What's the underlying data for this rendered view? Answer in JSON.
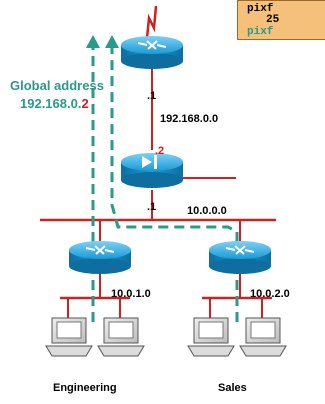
{
  "config_box": {
    "line1": "pixf",
    "line2": "25",
    "line3": "pixf"
  },
  "labels": {
    "global_address_title": "Global address",
    "global_address_prefix": "192.168.0.",
    "global_address_suffix": "2",
    "net_outside": "192.168.0.0",
    "net_inside": "10.0.0.0",
    "net_eng": "10.0.1.0",
    "net_sales": "10.0.2.0",
    "router_top_if": ".1",
    "pix_outside_if": ".2",
    "pix_inside_if": ".1",
    "group_engineering": "Engineering",
    "group_sales": "Sales"
  },
  "colors": {
    "device_blue": "#1a9ad6",
    "link_red": "#cc2222",
    "path_teal": "#2a9a8a",
    "config_bg": "#f5c07a"
  },
  "icons": {
    "top_router": "router-icon",
    "firewall": "pix-firewall-icon",
    "eng_router": "router-icon",
    "sales_router": "router-icon",
    "hosts": "workstation-icon"
  }
}
